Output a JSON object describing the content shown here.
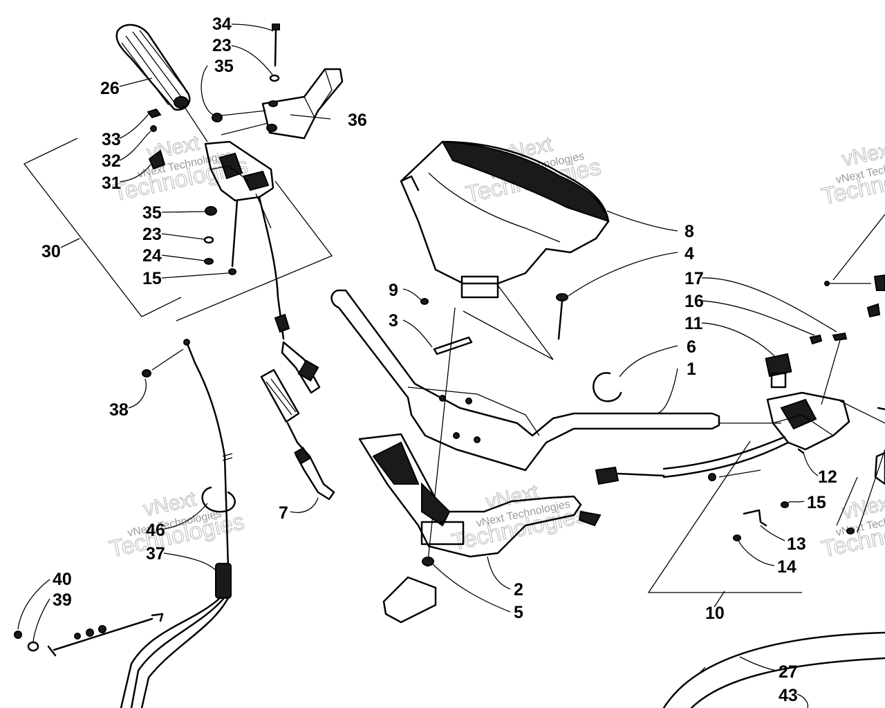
{
  "watermark": {
    "brand_top": "vNext",
    "brand_main": "Technologies",
    "brand_small": "vNext Technologies"
  },
  "labels": {
    "p1": "1",
    "p2": "2",
    "p3": "3",
    "p4": "4",
    "p5": "5",
    "p6": "6",
    "p7": "7",
    "p8": "8",
    "p9": "9",
    "p10": "10",
    "p11": "11",
    "p12": "12",
    "p13": "13",
    "p14": "14",
    "p15a": "15",
    "p15b": "15",
    "p16": "16",
    "p17": "17",
    "p23a": "23",
    "p23b": "23",
    "p24": "24",
    "p26": "26",
    "p27": "27",
    "p30": "30",
    "p31": "31",
    "p32": "32",
    "p33": "33",
    "p34": "34",
    "p35a": "35",
    "p35b": "35",
    "p36": "36",
    "p37": "37",
    "p38": "38",
    "p39": "39",
    "p40": "40",
    "p43": "43",
    "p46": "46"
  },
  "colors": {
    "ink": "#000000",
    "paper": "#ffffff",
    "watermark": "#b8b8b8"
  }
}
